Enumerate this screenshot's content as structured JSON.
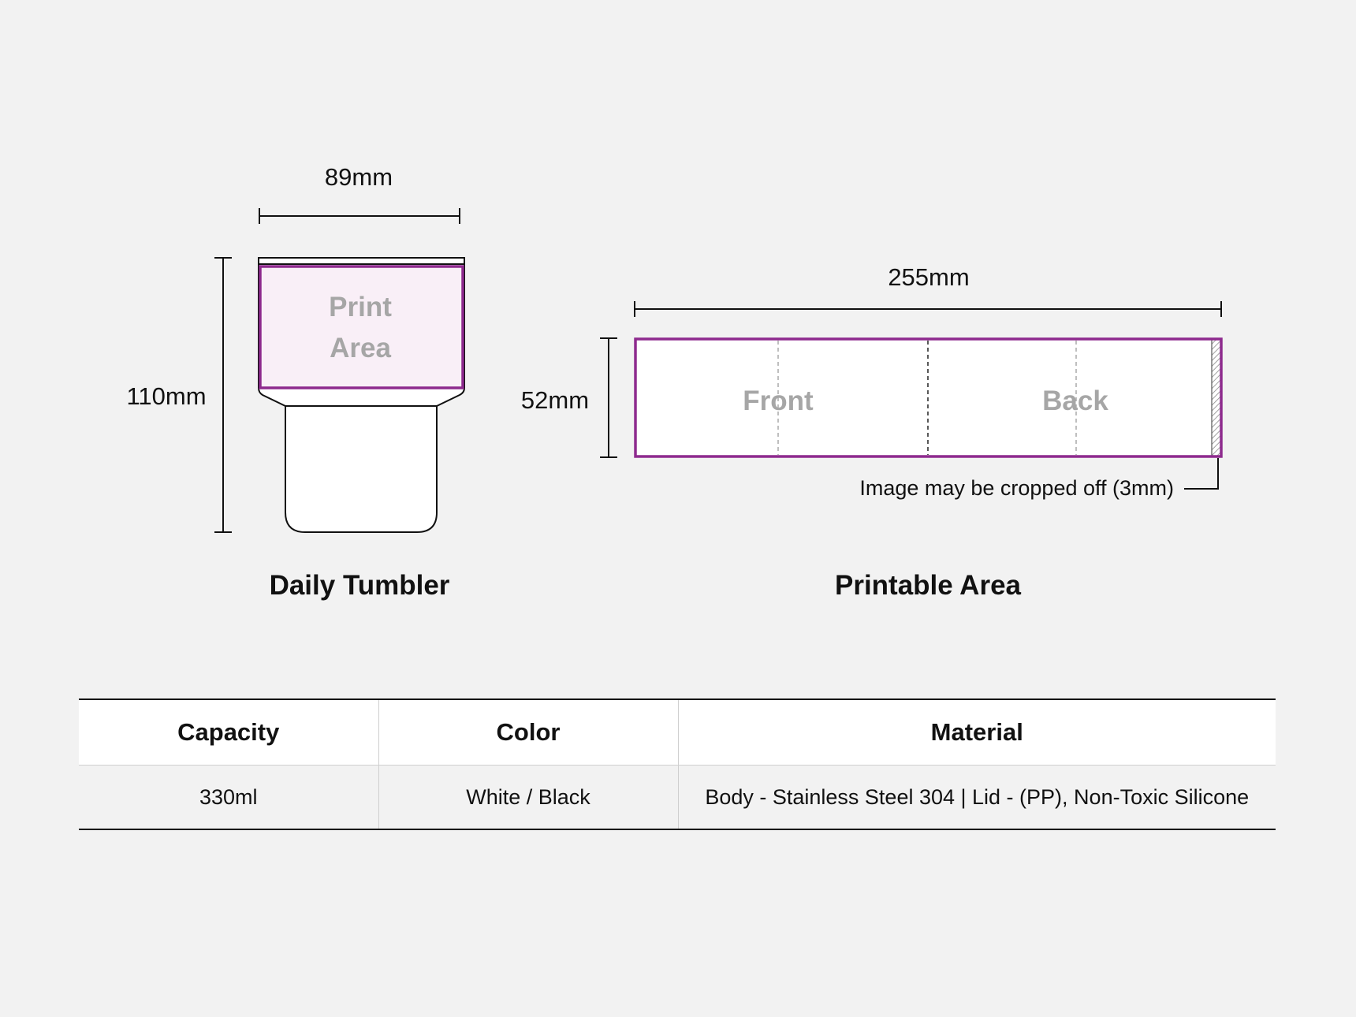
{
  "tumbler": {
    "title": "Daily Tumbler",
    "width_label": "89mm",
    "height_label": "110mm",
    "print_area_line1": "Print",
    "print_area_line2": "Area"
  },
  "printable": {
    "title": "Printable Area",
    "width_label": "255mm",
    "height_label": "52mm",
    "front_label": "Front",
    "back_label": "Back",
    "crop_note": "Image may be cropped off (3mm)"
  },
  "colors": {
    "accent": "#8e2a8e",
    "print_fill": "#f9eff7",
    "muted_text": "#a6a6a6"
  },
  "specs": {
    "headers": [
      "Capacity",
      "Color",
      "Material"
    ],
    "rows": [
      [
        "330ml",
        "White / Black",
        "Body - Stainless Steel 304 | Lid - (PP), Non-Toxic Silicone"
      ]
    ]
  }
}
